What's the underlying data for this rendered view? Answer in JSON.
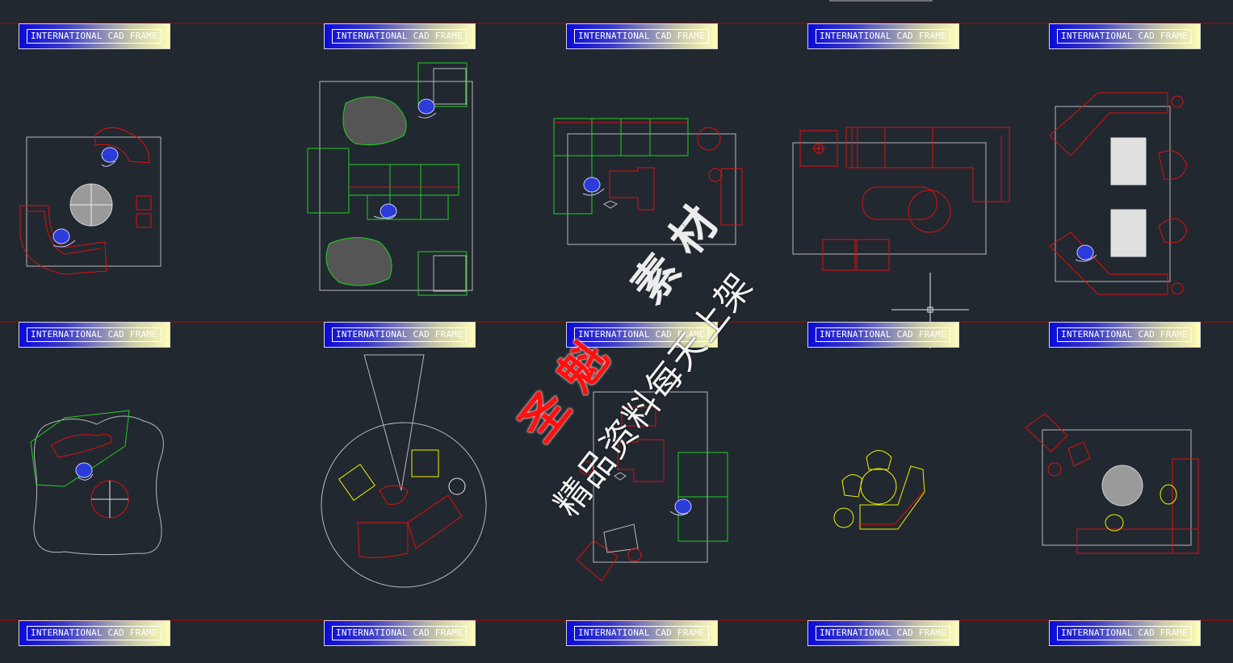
{
  "frame_label": "INTERNATIONAL CAD FRAME",
  "watermark": {
    "part1": "圣 魁",
    "part2": "素 材",
    "line2": "精品资料每天上架"
  },
  "colors": {
    "background": "#212830",
    "divider": "#c00000",
    "entity_white": "#b8b8b8",
    "entity_red": "#e01010",
    "entity_green": "#20d020",
    "entity_yellow": "#f0f000",
    "crosshair": "#e8e8e8"
  },
  "icons": [
    "furniture-plan-icon",
    "person-marker-icon",
    "crosshair-cursor-icon"
  ]
}
